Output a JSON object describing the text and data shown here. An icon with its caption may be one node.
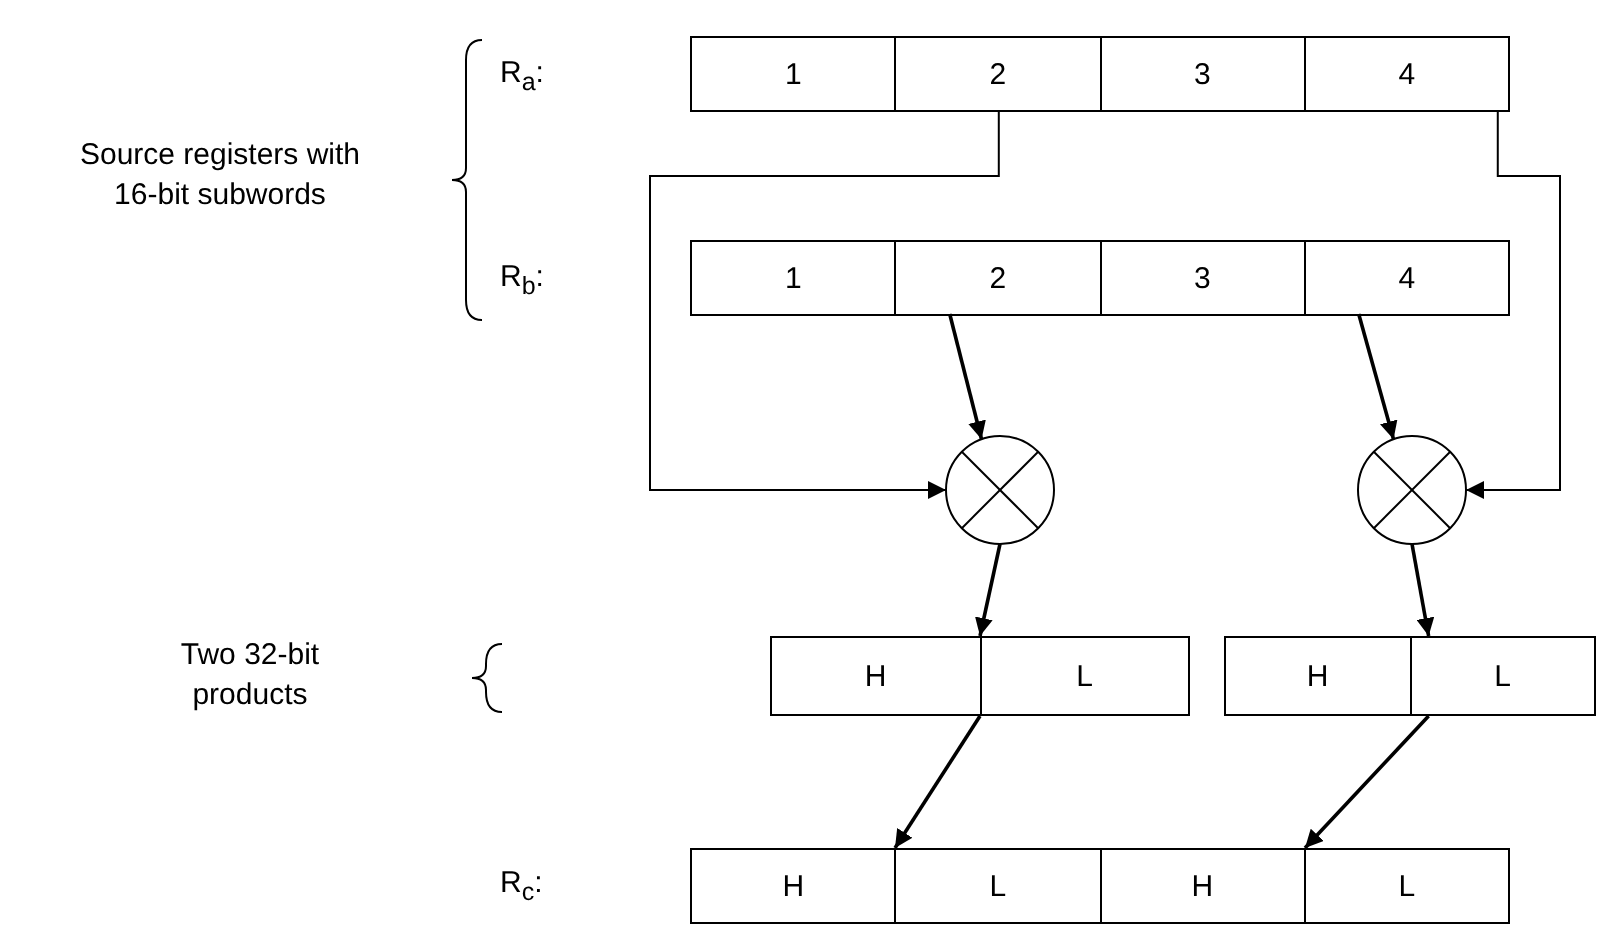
{
  "diagram": {
    "nodes": [
      {
        "text": [],
        "shape": "box"
      },
      {
        "text": [
          "1"
        ],
        "in": 0
      },
      {
        "text": [
          "2"
        ],
        "in": 0
      },
      {
        "text": [
          "3"
        ],
        "in": 0
      },
      {
        "text": [
          "4"
        ],
        "in": 0
      },
      {
        "text": [],
        "shape": "box"
      },
      {
        "text": [
          "1"
        ],
        "in": 5
      },
      {
        "text": [
          "2"
        ],
        "in": 5
      },
      {
        "text": [
          "3"
        ],
        "in": 5
      },
      {
        "text": [
          "4"
        ],
        "in": 5
      },
      {
        "text": [],
        "shape": "circle"
      },
      {
        "text": [],
        "shape": "circle"
      },
      {
        "text": [],
        "shape": "box"
      },
      {
        "text": [
          "H"
        ],
        "in": 12
      },
      {
        "text": [
          "L"
        ],
        "in": 12
      },
      {
        "text": [],
        "shape": "box"
      },
      {
        "text": [
          "H"
        ],
        "in": 15
      },
      {
        "text": [
          "L"
        ],
        "in": 15
      },
      {
        "text": [],
        "shape": "box"
      },
      {
        "text": [
          "H"
        ],
        "in": 18
      },
      {
        "text": [
          "L"
        ],
        "in": 18
      },
      {
        "text": [
          "H"
        ],
        "in": 18
      },
      {
        "text": [
          "L"
        ],
        "in": 18
      }
    ],
    "edges": [
      {
        "from": 2,
        "to": 10,
        "arrow": "to"
      },
      {
        "from": 7,
        "to": 10,
        "arrow": "to"
      },
      {
        "from": 4,
        "to": 11,
        "arrow": "to"
      },
      {
        "from": 9,
        "to": 11,
        "arrow": "to"
      },
      {
        "from": 10,
        "to": 12,
        "arrow": "to"
      },
      {
        "from": 11,
        "to": 15,
        "arrow": "to"
      },
      {
        "from": 12,
        "to": 18,
        "arrow": "to"
      },
      {
        "from": 15,
        "to": 18,
        "arrow": "to"
      }
    ],
    "labels": [
      "R$_{a}$:",
      "Source registers with 16-bit subwords",
      "R$_{b}$:",
      "Two 32-bit products",
      "R$_{c}$:"
    ]
  }
}
